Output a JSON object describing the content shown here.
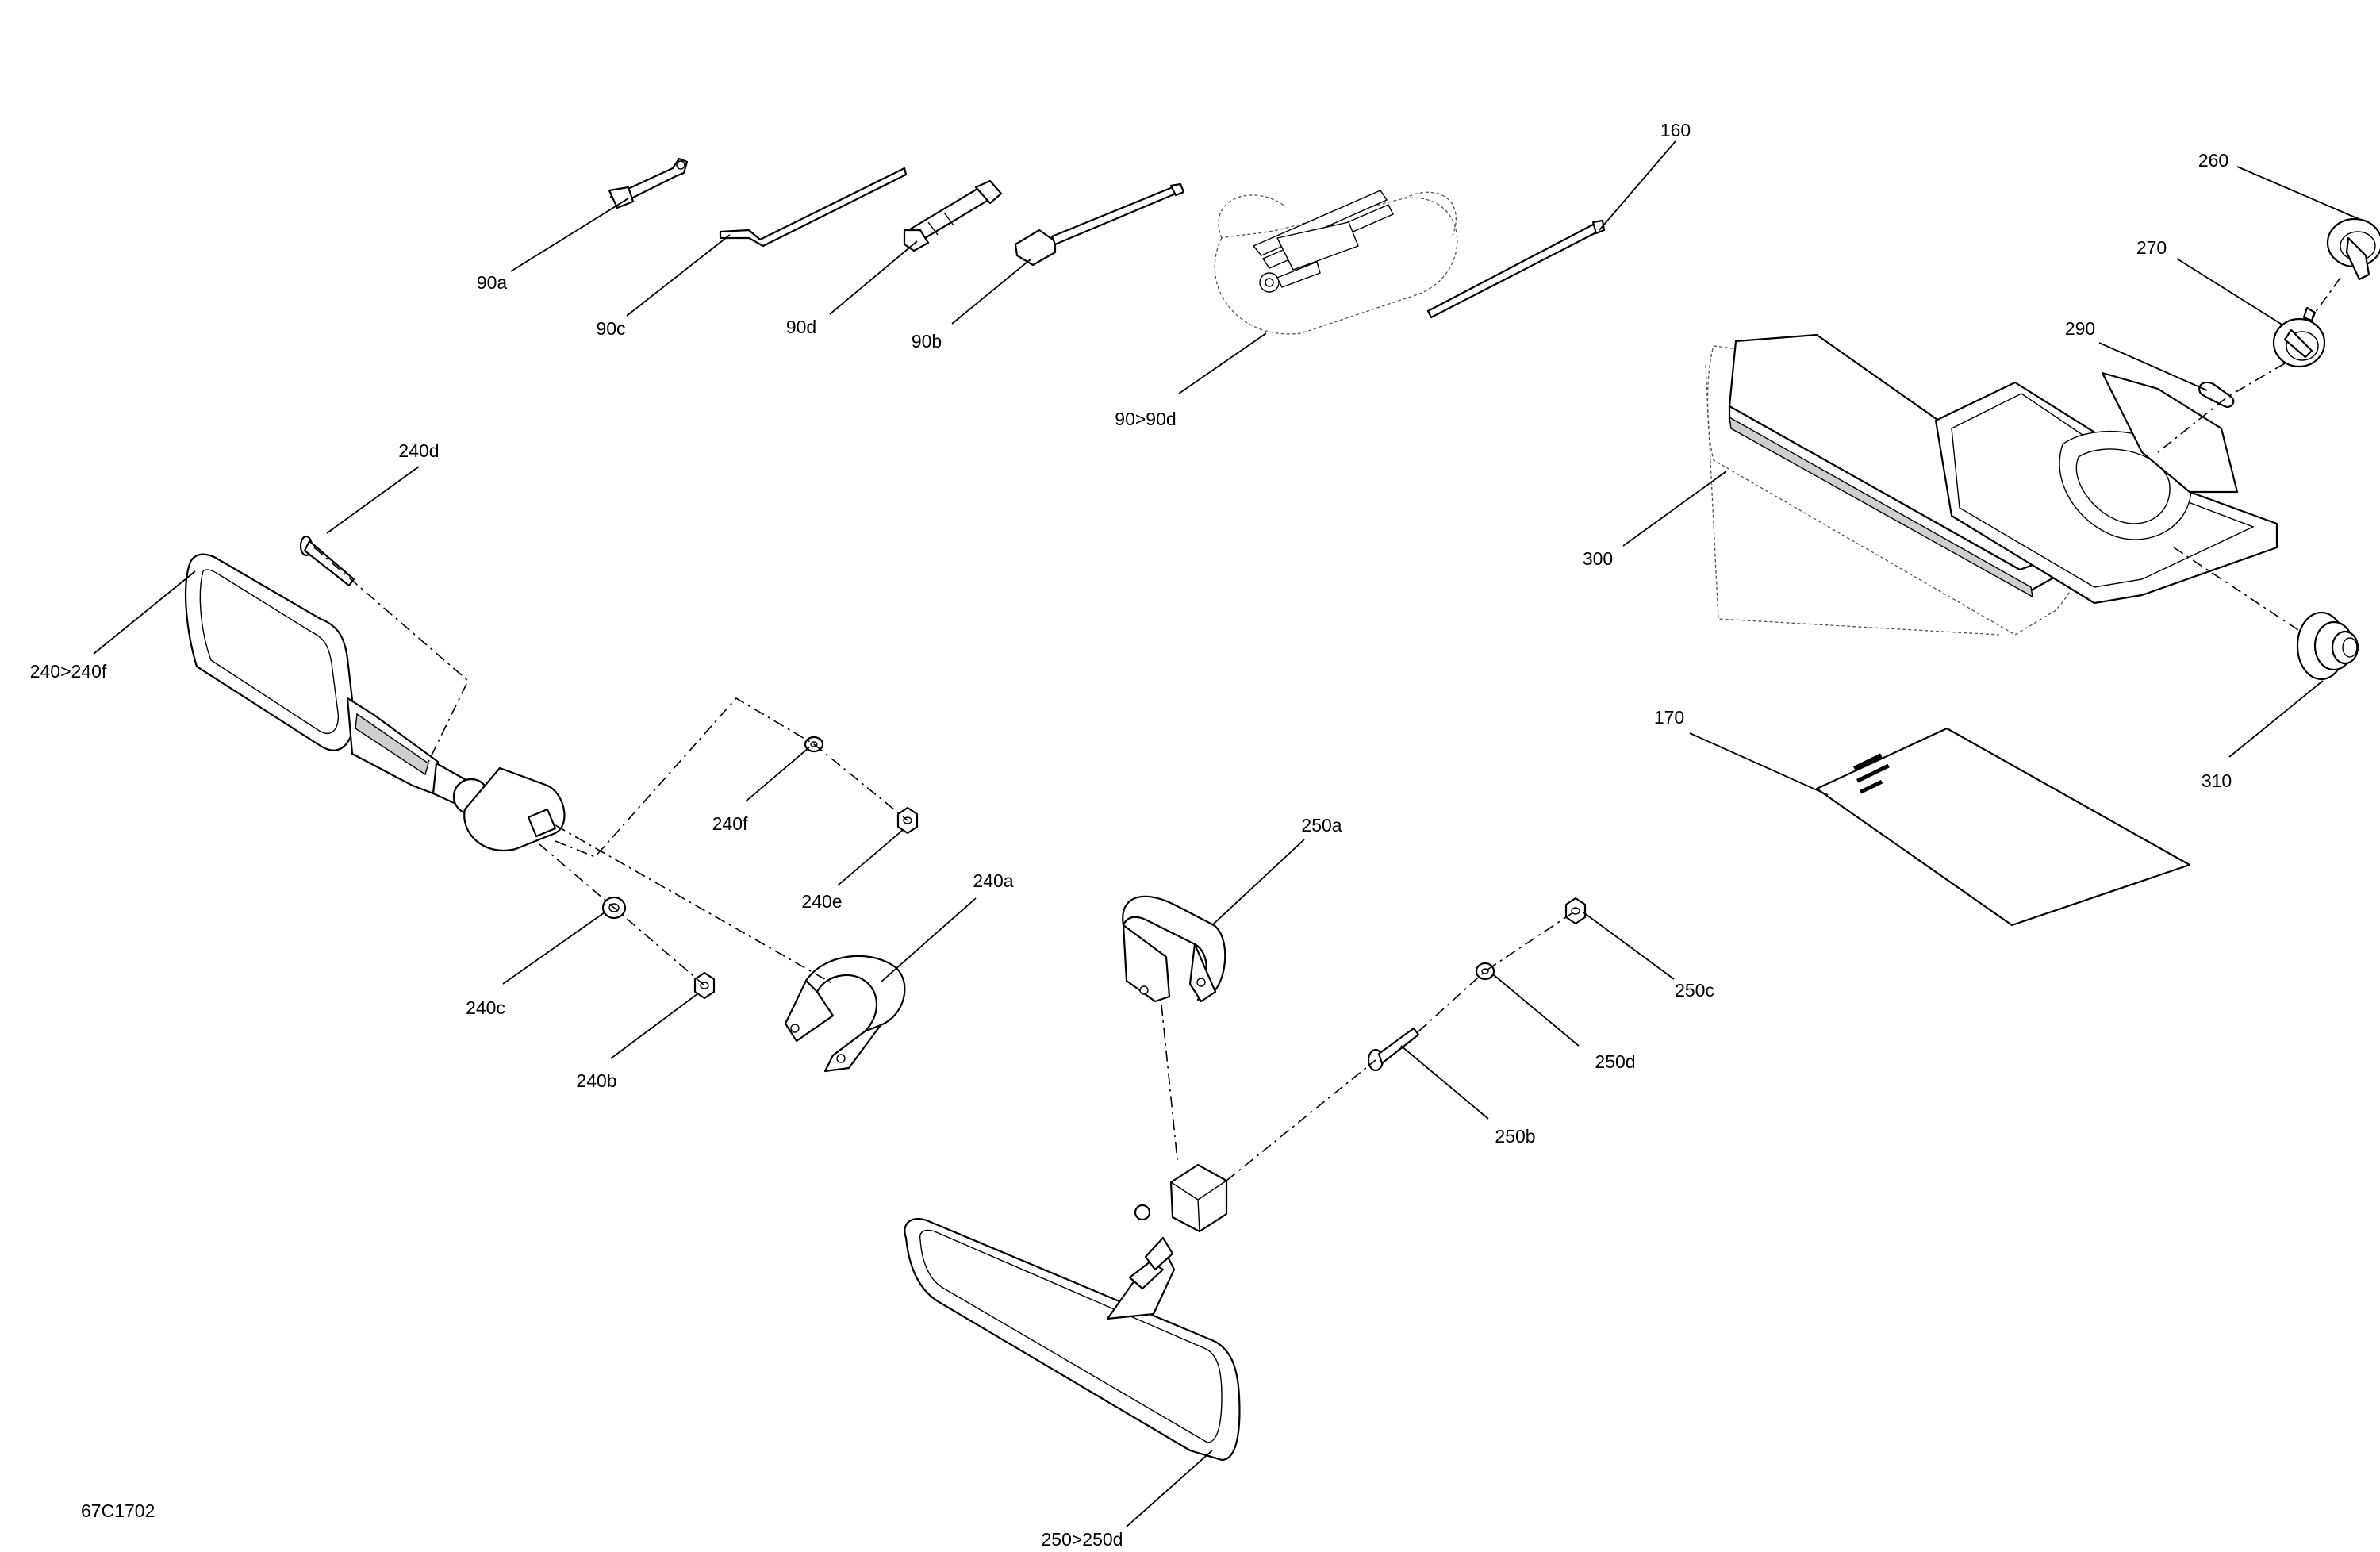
{
  "drawing_id": "67C1702",
  "callouts": {
    "c90a": "90a",
    "c90c": "90c",
    "c90d": "90d",
    "c90b": "90b",
    "c90_90d": "90>90d",
    "c160": "160",
    "c260": "260",
    "c270": "270",
    "c290": "290",
    "c300": "300",
    "c310": "310",
    "c170": "170",
    "c240d": "240d",
    "c240_240f": "240>240f",
    "c240f": "240f",
    "c240e": "240e",
    "c240a": "240a",
    "c240c": "240c",
    "c240b": "240b",
    "c250a": "250a",
    "c250c": "250c",
    "c250d": "250d",
    "c250b": "250b",
    "c250_250d": "250>250d"
  }
}
